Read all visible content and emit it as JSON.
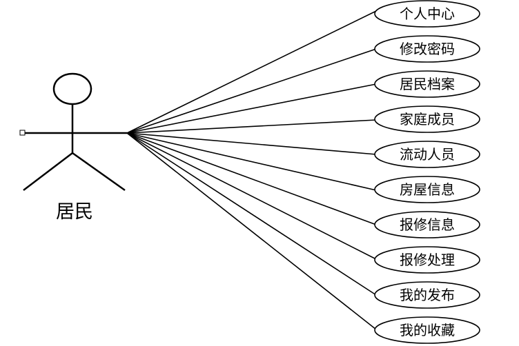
{
  "actor": {
    "name": "居民"
  },
  "use_cases": [
    {
      "label": "个人中心"
    },
    {
      "label": "修改密码"
    },
    {
      "label": "居民档案"
    },
    {
      "label": "家庭成员"
    },
    {
      "label": "流动人员"
    },
    {
      "label": "房屋信息"
    },
    {
      "label": "报修信息"
    },
    {
      "label": "报修处理"
    },
    {
      "label": "我的发布"
    },
    {
      "label": "我的收藏"
    }
  ],
  "colors": {
    "stroke": "#000000",
    "ellipse_fill": "#ffffff",
    "background": "#ffffff"
  }
}
